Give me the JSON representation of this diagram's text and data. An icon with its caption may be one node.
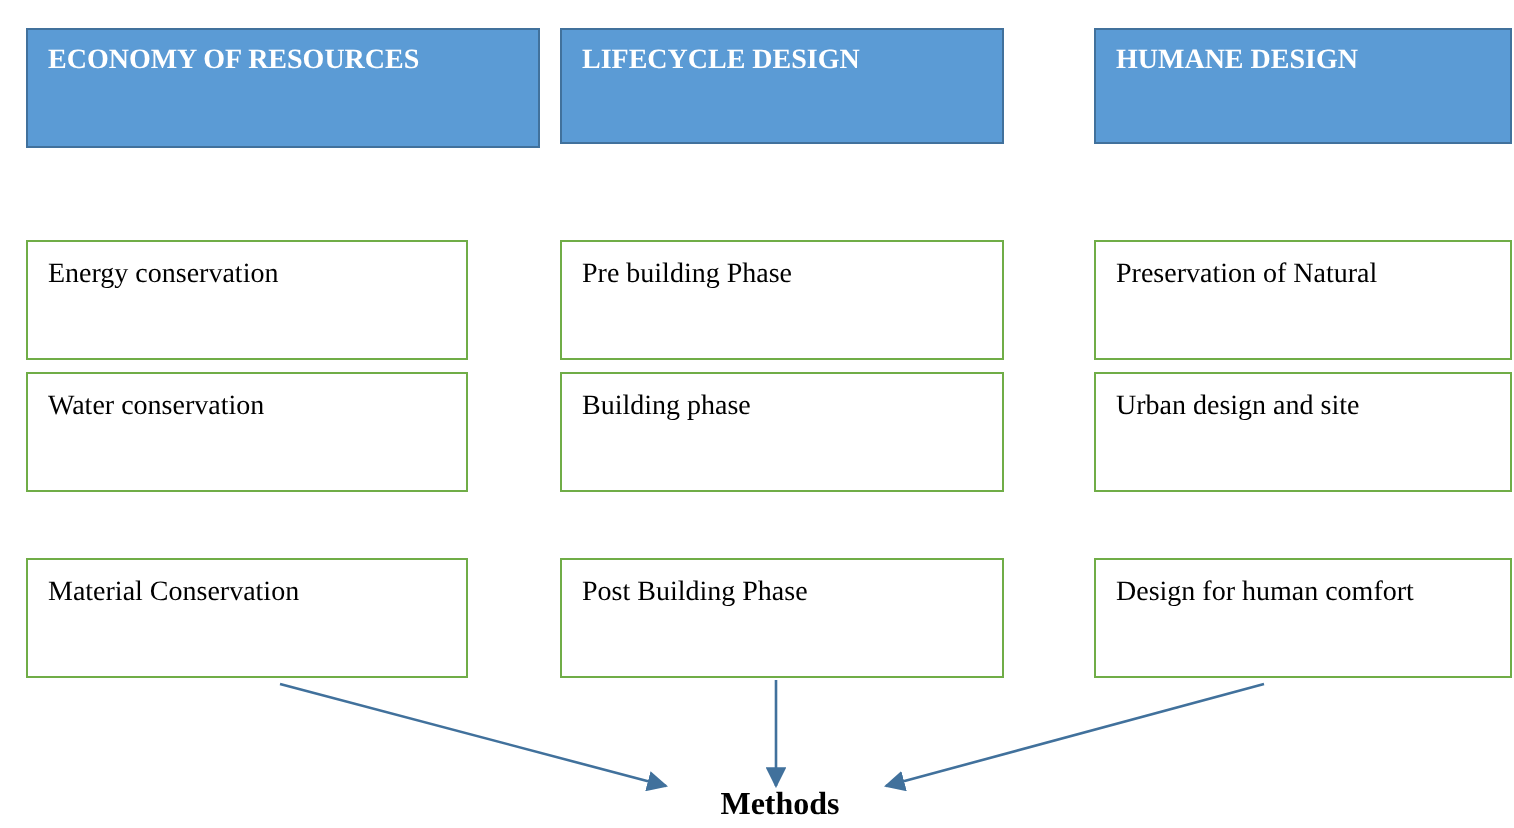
{
  "diagram": {
    "nodes": [
      {
        "text": [
          "ECONOMY OF RESOURCES"
        ]
      },
      {
        "text": [
          "LIFECYCLE DESIGN"
        ]
      },
      {
        "text": [
          "HUMANE DESIGN"
        ]
      },
      {
        "text": [
          "Energy conservation"
        ]
      },
      {
        "text": [
          "Water conservation"
        ]
      },
      {
        "text": [
          "Material Conservation"
        ]
      },
      {
        "text": [
          "Pre building Phase"
        ]
      },
      {
        "text": [
          "Building phase"
        ]
      },
      {
        "text": [
          "Post Building Phase"
        ]
      },
      {
        "text": [
          "Preservation of Natural"
        ]
      },
      {
        "text": [
          "Urban design and site"
        ]
      },
      {
        "text": [
          "Design for human comfort"
        ]
      },
      {
        "text": [
          "Methods"
        ]
      }
    ],
    "edges": [
      {
        "from": 5,
        "to": 12,
        "arrow": "to"
      },
      {
        "from": 8,
        "to": 12,
        "arrow": "to"
      },
      {
        "from": 11,
        "to": 12,
        "arrow": "to"
      }
    ]
  }
}
